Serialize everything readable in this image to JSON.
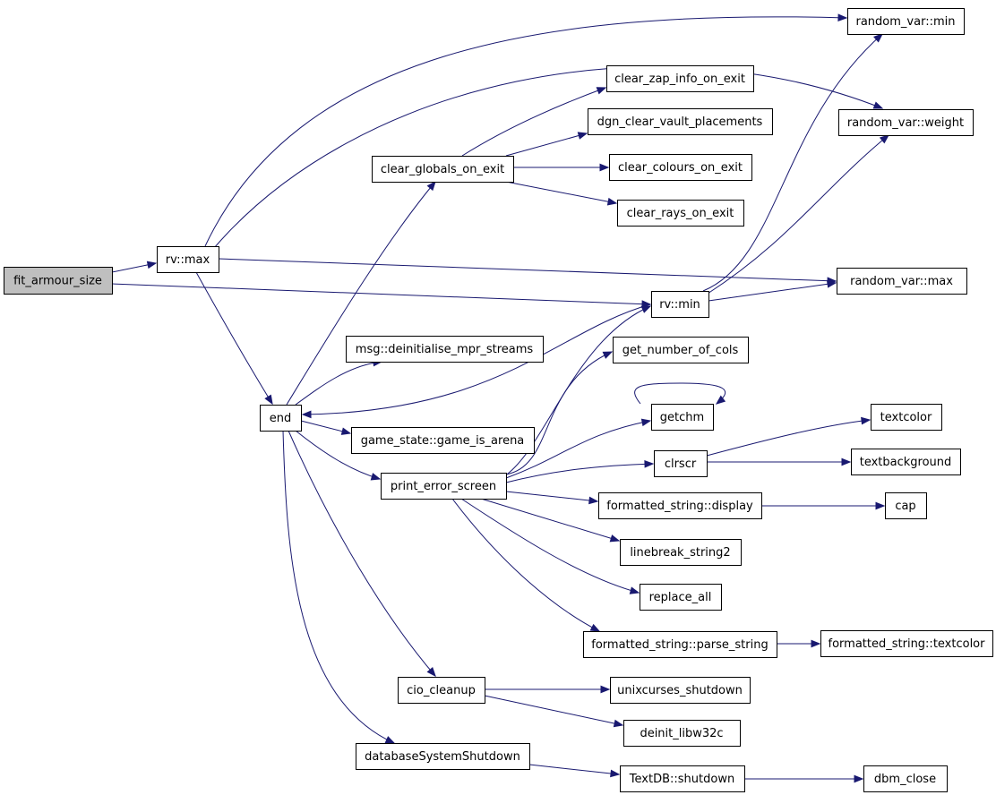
{
  "graph": {
    "nodes": [
      {
        "id": "fit_armour_size",
        "label": "fit_armour_size",
        "root": true
      },
      {
        "id": "rv_max",
        "label": "rv::max"
      },
      {
        "id": "end",
        "label": "end"
      },
      {
        "id": "random_var_min",
        "label": "random_var::min"
      },
      {
        "id": "clear_zap_info_on_exit",
        "label": "clear_zap_info_on_exit"
      },
      {
        "id": "random_var_weight",
        "label": "random_var::weight"
      },
      {
        "id": "dgn_clear_vault_placements",
        "label": "dgn_clear_vault_placements"
      },
      {
        "id": "clear_globals_on_exit",
        "label": "clear_globals_on_exit"
      },
      {
        "id": "clear_colours_on_exit",
        "label": "clear_colours_on_exit"
      },
      {
        "id": "clear_rays_on_exit",
        "label": "clear_rays_on_exit"
      },
      {
        "id": "random_var_max",
        "label": "random_var::max"
      },
      {
        "id": "rv_min",
        "label": "rv::min"
      },
      {
        "id": "msg_deinitialise_mpr_streams",
        "label": "msg::deinitialise_mpr_streams"
      },
      {
        "id": "get_number_of_cols",
        "label": "get_number_of_cols"
      },
      {
        "id": "getchm",
        "label": "getchm"
      },
      {
        "id": "textcolor",
        "label": "textcolor"
      },
      {
        "id": "game_state_game_is_arena",
        "label": "game_state::game_is_arena"
      },
      {
        "id": "clrscr",
        "label": "clrscr"
      },
      {
        "id": "textbackground",
        "label": "textbackground"
      },
      {
        "id": "print_error_screen",
        "label": "print_error_screen"
      },
      {
        "id": "formatted_string_display",
        "label": "formatted_string::display"
      },
      {
        "id": "cap",
        "label": "cap"
      },
      {
        "id": "linebreak_string2",
        "label": "linebreak_string2"
      },
      {
        "id": "replace_all",
        "label": "replace_all"
      },
      {
        "id": "formatted_string_parse_string",
        "label": "formatted_string::parse_string"
      },
      {
        "id": "formatted_string_textcolor",
        "label": "formatted_string::textcolor"
      },
      {
        "id": "cio_cleanup",
        "label": "cio_cleanup"
      },
      {
        "id": "unixcurses_shutdown",
        "label": "unixcurses_shutdown"
      },
      {
        "id": "deinit_libw32c",
        "label": "deinit_libw32c"
      },
      {
        "id": "databaseSystemShutdown",
        "label": "databaseSystemShutdown"
      },
      {
        "id": "TextDB_shutdown",
        "label": "TextDB::shutdown"
      },
      {
        "id": "dbm_close",
        "label": "dbm_close"
      }
    ],
    "edges": [
      {
        "from": "fit_armour_size",
        "to": "rv_max"
      },
      {
        "from": "fit_armour_size",
        "to": "rv_min"
      },
      {
        "from": "rv_max",
        "to": "random_var_min"
      },
      {
        "from": "rv_max",
        "to": "random_var_weight"
      },
      {
        "from": "rv_max",
        "to": "random_var_max"
      },
      {
        "from": "rv_max",
        "to": "end"
      },
      {
        "from": "end",
        "to": "clear_globals_on_exit"
      },
      {
        "from": "end",
        "to": "msg_deinitialise_mpr_streams"
      },
      {
        "from": "end",
        "to": "game_state_game_is_arena"
      },
      {
        "from": "end",
        "to": "print_error_screen"
      },
      {
        "from": "end",
        "to": "cio_cleanup"
      },
      {
        "from": "end",
        "to": "databaseSystemShutdown"
      },
      {
        "from": "clear_globals_on_exit",
        "to": "clear_zap_info_on_exit"
      },
      {
        "from": "clear_globals_on_exit",
        "to": "dgn_clear_vault_placements"
      },
      {
        "from": "clear_globals_on_exit",
        "to": "clear_colours_on_exit"
      },
      {
        "from": "clear_globals_on_exit",
        "to": "clear_rays_on_exit"
      },
      {
        "from": "rv_min",
        "to": "random_var_min"
      },
      {
        "from": "rv_min",
        "to": "random_var_weight"
      },
      {
        "from": "rv_min",
        "to": "random_var_max"
      },
      {
        "from": "rv_min",
        "to": "end"
      },
      {
        "from": "print_error_screen",
        "to": "rv_min"
      },
      {
        "from": "print_error_screen",
        "to": "get_number_of_cols"
      },
      {
        "from": "print_error_screen",
        "to": "getchm"
      },
      {
        "from": "print_error_screen",
        "to": "clrscr"
      },
      {
        "from": "print_error_screen",
        "to": "formatted_string_display"
      },
      {
        "from": "print_error_screen",
        "to": "linebreak_string2"
      },
      {
        "from": "print_error_screen",
        "to": "replace_all"
      },
      {
        "from": "print_error_screen",
        "to": "formatted_string_parse_string"
      },
      {
        "from": "getchm",
        "to": "getchm"
      },
      {
        "from": "clrscr",
        "to": "textcolor"
      },
      {
        "from": "clrscr",
        "to": "textbackground"
      },
      {
        "from": "formatted_string_display",
        "to": "cap"
      },
      {
        "from": "formatted_string_parse_string",
        "to": "formatted_string_textcolor"
      },
      {
        "from": "cio_cleanup",
        "to": "unixcurses_shutdown"
      },
      {
        "from": "cio_cleanup",
        "to": "deinit_libw32c"
      },
      {
        "from": "databaseSystemShutdown",
        "to": "TextDB_shutdown"
      },
      {
        "from": "TextDB_shutdown",
        "to": "dbm_close"
      }
    ]
  },
  "colors": {
    "edge": "#191970",
    "root_fill": "#bfbfbf",
    "node_fill": "#ffffff",
    "node_stroke": "#000000"
  }
}
